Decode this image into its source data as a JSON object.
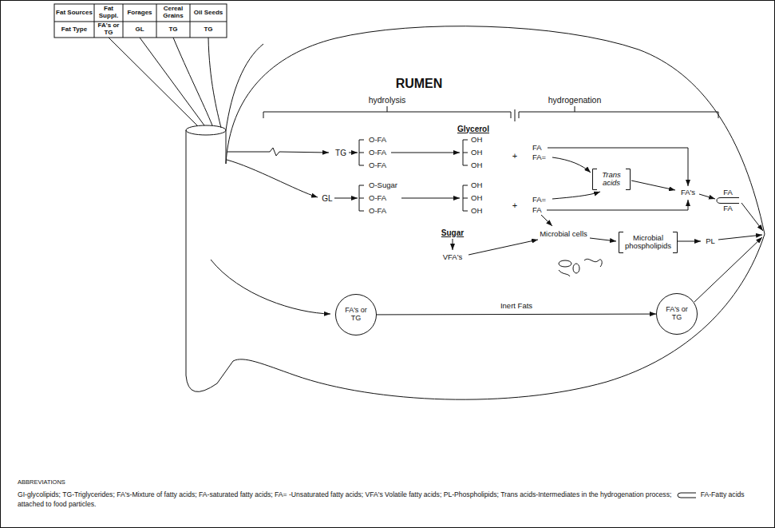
{
  "diagram": {
    "nodes": [
      {
        "text": [
          "Trans acids"
        ]
      },
      {
        "text": [
          "FA",
          "FA"
        ]
      },
      {
        "text": [
          "Microbial phospholipids"
        ]
      },
      {
        "text": [
          "FA's or TG"
        ]
      },
      {
        "text": [
          "FA's or TG"
        ]
      }
    ],
    "edges": [
      {
        "from": 3,
        "to": 4,
        "arrow": "to",
        "label": "Inert Fats"
      }
    ],
    "labels": [
      "Fat Sources",
      "Fat Suppl.",
      "Forages",
      "Cereal Grains",
      "Oil Seeds",
      "Fat Type",
      "FA's or TG",
      "GL",
      "TG",
      "TG",
      "RUMEN",
      "hydrolysis",
      "hydrogenation",
      "Glycerol",
      "TG",
      "O-FA",
      "O-FA",
      "O-FA",
      "OH",
      "OH",
      "OH",
      "+",
      "FA",
      "FA=",
      "GL",
      "O-Sugar",
      "O-FA",
      "O-FA",
      "OH",
      "OH",
      "OH",
      "+",
      "FA=",
      "FA",
      "Sugar",
      "VFA's",
      "Microbial cells",
      "FA's",
      "PL",
      "ABBREVIATIONS",
      "GI-glycolipids; TG-Triglycerides; FA's-Mixture of fatty acids; FA-saturated fatty acids; FA= -Unsaturated fatty acids; VFA's Volatile fatty acids; PL-Phospholipids; Trans acids-Intermediates in the hydrogenation process;",
      "FA-Fatty acids attached to food particles."
    ]
  }
}
